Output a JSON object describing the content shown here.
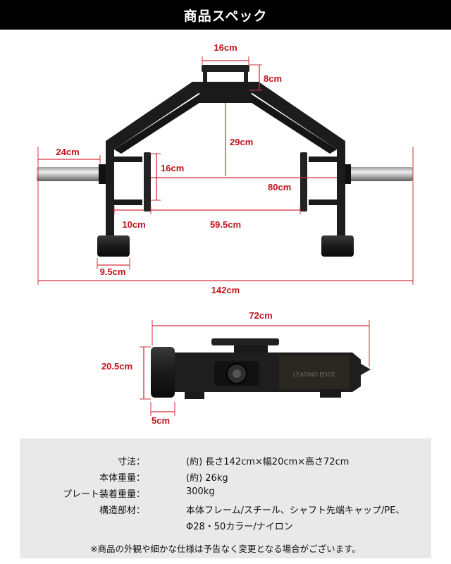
{
  "header": {
    "title": "商品スペック"
  },
  "top_view": {
    "dimensions": {
      "handle_width": "16cm",
      "handle_height": "8cm",
      "frame_height": "29cm",
      "sleeve_length": "24cm",
      "grip_height": "16cm",
      "grip_width": "80cm",
      "side_gap": "10cm",
      "inner_width": "59.5cm",
      "foot_width": "9.5cm",
      "total_length": "142cm"
    }
  },
  "side_view": {
    "brand_text": "LEADING EDGE",
    "dimensions": {
      "total_height": "72cm",
      "depth": "20.5cm",
      "foot_depth": "5cm"
    }
  },
  "specs": [
    {
      "label": "寸法：",
      "value": "(約) 長さ142cm×幅20cm×高さ72cm"
    },
    {
      "label": "本体重量：",
      "value": "(約) 26kg"
    },
    {
      "label": "プレート装着重量：",
      "value": "300kg"
    },
    {
      "label": "構造部材：",
      "value": "本体フレーム/スチール、シャフト先端キャップ/PE、"
    },
    {
      "label": "",
      "value": "Φ28・50カラー/ナイロン"
    }
  ],
  "note": "※商品の外観や細かな仕様は予告なく変更となる場合がございます。",
  "colors": {
    "dimension": "#c0141e",
    "frame": "#1c1c1c",
    "header_bg": "#000000",
    "spec_bg": "#e9e9e9"
  }
}
